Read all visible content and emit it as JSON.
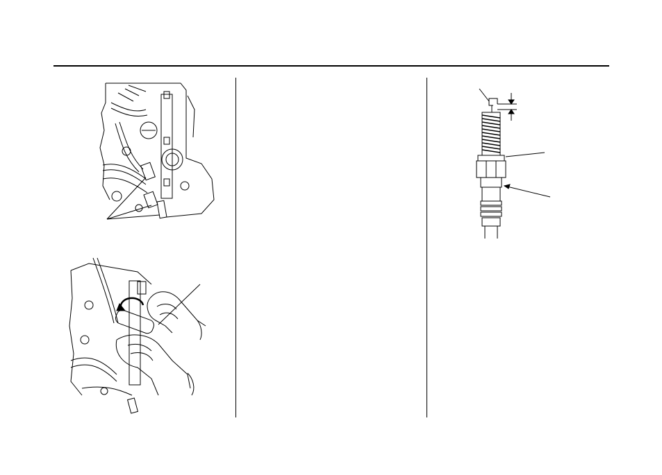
{
  "page": {
    "title": "",
    "body_text": ""
  },
  "figures": {
    "engine_top": {
      "name": "engine-ignition-coils-illustration"
    },
    "engine_hands": {
      "name": "spark-plug-removal-illustration"
    },
    "spark_plug": {
      "name": "spark-plug-gap-illustration"
    }
  },
  "colors": {
    "line": "#000000",
    "background": "#ffffff"
  }
}
